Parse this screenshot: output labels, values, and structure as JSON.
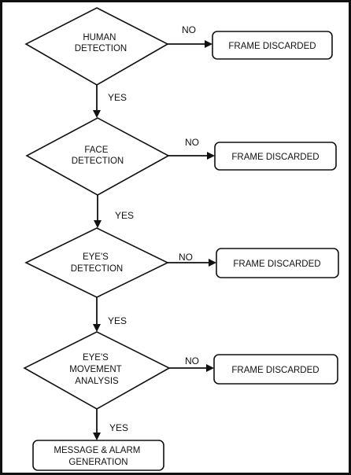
{
  "flowchart": {
    "decisions": [
      {
        "lines": [
          "HUMAN",
          "DETECTION"
        ]
      },
      {
        "lines": [
          "FACE",
          "DETECTION"
        ]
      },
      {
        "lines": [
          "EYE'S",
          "DETECTION"
        ]
      },
      {
        "lines": [
          "EYE'S",
          "MOVEMENT",
          "ANALYSIS"
        ]
      }
    ],
    "discards": [
      {
        "label": "FRAME DISCARDED"
      },
      {
        "label": "FRAME DISCARDED"
      },
      {
        "label": "FRAME DISCARDED"
      },
      {
        "label": "FRAME DISCARDED"
      }
    ],
    "no_labels": [
      "NO",
      "NO",
      "NO",
      "NO"
    ],
    "yes_labels": [
      "YES",
      "YES",
      "YES",
      "YES"
    ],
    "final": {
      "lines": [
        "MESSAGE & ALARM",
        "GENERATION"
      ]
    }
  }
}
